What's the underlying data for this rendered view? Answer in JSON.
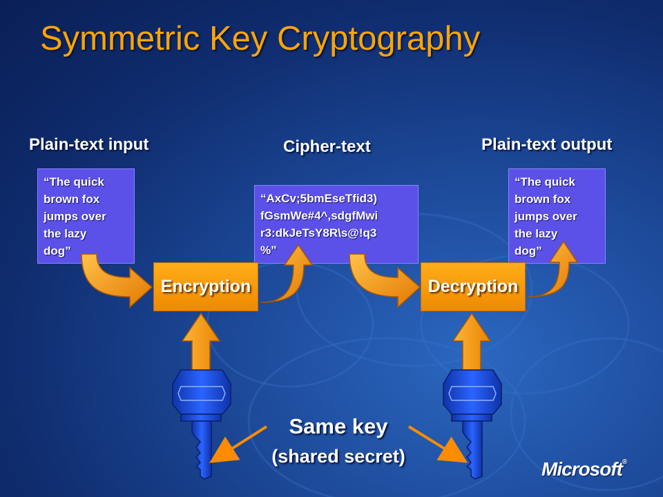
{
  "slide": {
    "title": "Symmetric Key Cryptography",
    "labels": {
      "input": "Plain-text input",
      "cipher": "Cipher-text",
      "output": "Plain-text output"
    },
    "boxes": {
      "input_text": "“The quick\nbrown fox\njumps over\nthe lazy\ndog”",
      "cipher_text": "“AxCv;5bmEseTfid3)\nfGsmWe#4^,sdgfMwi\nr3:dkJeTsY8R\\s@!q3\n%”",
      "output_text": "“The quick\nbrown fox\njumps over\nthe lazy\ndog”"
    },
    "process": {
      "encryption": "Encryption",
      "decryption": "Decryption"
    },
    "key": {
      "label": "Same key",
      "sublabel": "(shared secret)"
    },
    "logo": "Microsoft",
    "colors": {
      "title": "#ffa500",
      "text_box": "#5b51e8",
      "process_box": "#f59a0a",
      "key": "#1f55e6",
      "arrow": "#ff8c00"
    }
  }
}
